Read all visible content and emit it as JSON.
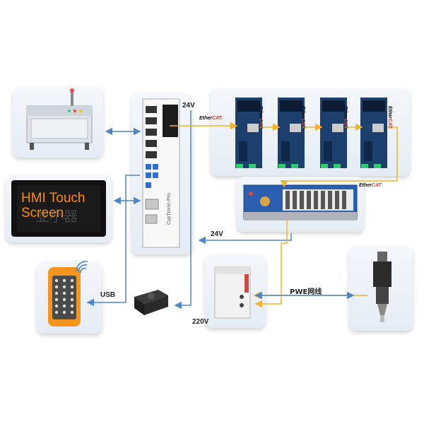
{
  "hmi": {
    "line1": "HMI Touch",
    "line2": "Screen",
    "watermark": "业小器"
  },
  "controller": {
    "brand": "CypTronic-Pro"
  },
  "labels": {
    "v24_top": "24V",
    "v24_io": "24V",
    "usb": "USB",
    "v220": "220V",
    "pwe": "PWE网线"
  },
  "ethercat": {
    "prefix": "Ether",
    "suffix": "CAT."
  },
  "colors": {
    "wire_blue": "#4f86c6",
    "wire_yellow": "#f0b429",
    "hmi_text": "#ff8c00",
    "remote_body": "#f7941d"
  },
  "icons": [
    "wifi-icon"
  ]
}
